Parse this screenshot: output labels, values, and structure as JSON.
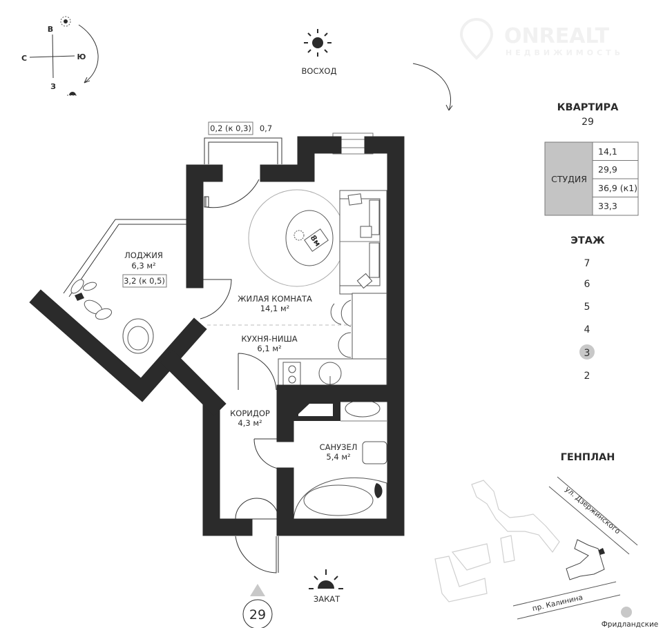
{
  "watermark": {
    "brand": "ONREALT",
    "sub": "НЕДВИЖИМОСТЬ"
  },
  "compass": {
    "north": "С",
    "east": "В",
    "south": "Ю",
    "west": "З"
  },
  "sun": {
    "sunrise": "ВОСХОД",
    "sunset": "ЗАКАТ"
  },
  "plan": {
    "balcony_area": "0,2 (к 0,3)",
    "balcony_width": "0,7",
    "rooms": [
      {
        "name": "ЛОДЖИЯ",
        "area": "6,3 м²",
        "coef": "3,2 (к 0,5)"
      },
      {
        "name": "ЖИЛАЯ КОМНАТА",
        "area": "14,1 м²"
      },
      {
        "name": "КУХНЯ-НИША",
        "area": "6,1 м²"
      },
      {
        "name": "КОРИДОР",
        "area": "4,3 м²"
      },
      {
        "name": "САНУЗЕЛ",
        "area": "5,4 м²"
      }
    ],
    "tv_label": "8м",
    "entrance_number": "29"
  },
  "apartment": {
    "title": "КВАРТИРА",
    "number": "29",
    "type": "СТУДИЯ",
    "values": [
      "14,1",
      "29,9",
      "36,9 (к1)",
      "33,3"
    ]
  },
  "floors": {
    "title": "ЭТАЖ",
    "list": [
      "7",
      "6",
      "5",
      "4",
      "3",
      "2"
    ],
    "current": "3"
  },
  "genplan": {
    "title": "ГЕНПЛАН",
    "street1": "ул. Дзержинского",
    "street2": "пр. Калинина",
    "poi": "Фридландские"
  },
  "colors": {
    "wall": "#2b2b2b",
    "accent_gray": "#c8c8c8",
    "type_cell": "#c4c4c4"
  }
}
